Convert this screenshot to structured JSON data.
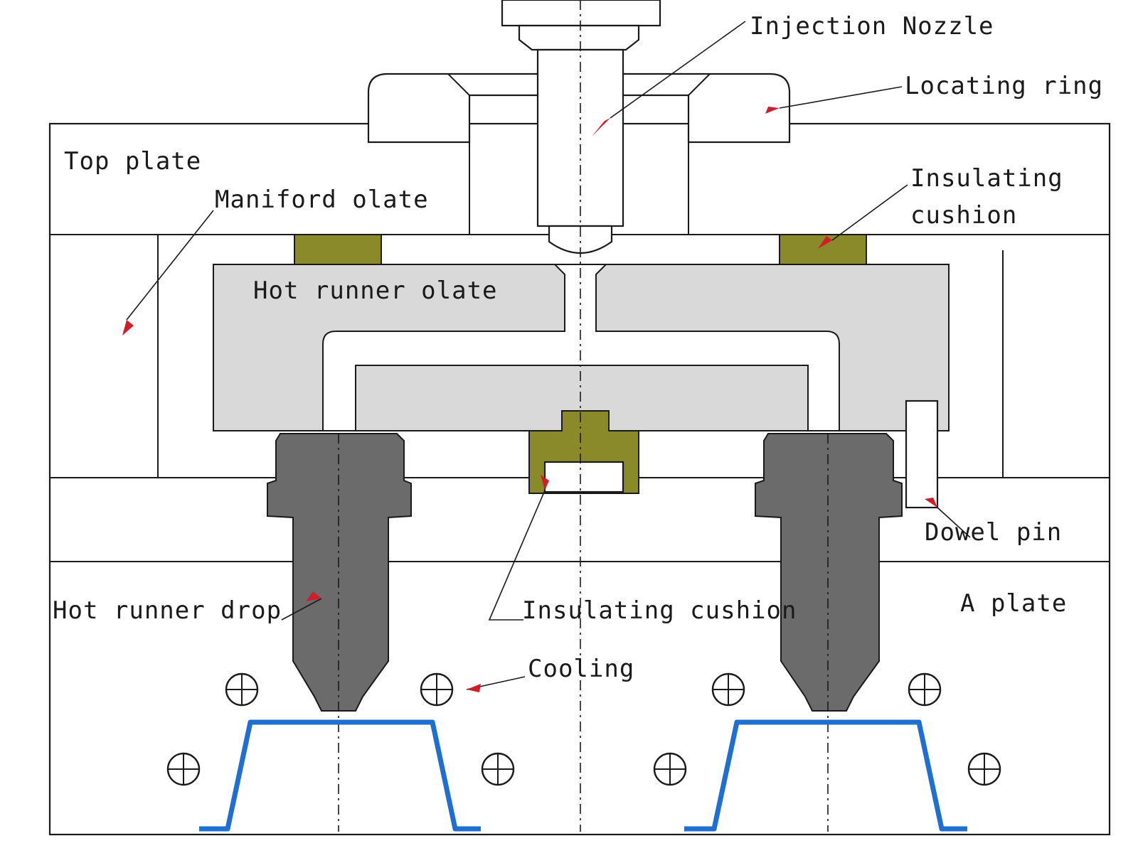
{
  "labels": {
    "injection_nozzle": "Injection Nozzle",
    "locating_ring": "Locating ring",
    "top_plate": "Top plate",
    "manifold_plate": "Maniford olate",
    "insulating_cushion_top_1": "Insulating",
    "insulating_cushion_top_2": "cushion",
    "hot_runner_plate": "Hot runner olate",
    "dowel_pin": "Dowel pin",
    "hot_runner_drop": "Hot runner drop",
    "insulating_cushion_mid": "Insulating cushion",
    "a_plate": "A plate",
    "cooling": "Cooling"
  },
  "colors": {
    "leader_arrow": "#cc1f2a",
    "cushion": "#8a8a2a",
    "drop": "#6b6b6b",
    "steel": "#d9d9d9",
    "molded_part": "#1f6fd1"
  }
}
